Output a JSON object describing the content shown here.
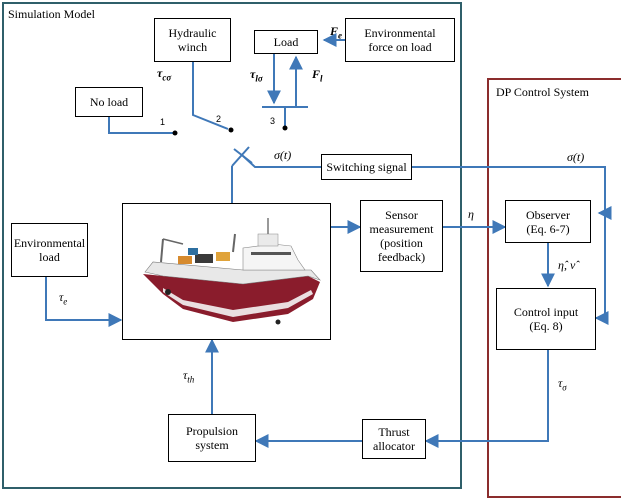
{
  "colors": {
    "sim_border": "#2f5f6a",
    "dp_border": "#8b2d2d",
    "arrow": "#3f78b8"
  },
  "simulation_model": {
    "title": "Simulation Model"
  },
  "dp_control_system": {
    "title": "DP Control System"
  },
  "blocks": {
    "hydraulic_winch": "Hydraulic\nwinch",
    "load": "Load",
    "environmental_force": "Environmental\nforce on load",
    "no_load": "No load",
    "switching_signal": "Switching signal",
    "environmental_load": "Environmental\nload",
    "sensor_measurement": "Sensor\nmeasurement\n(position\nfeedback)",
    "propulsion_system": "Propulsion\nsystem",
    "thrust_allocator": "Thrust\nallocator",
    "observer": "Observer\n(Eq. 6-7)",
    "control_input": "Control  input\n(Eq. 8)"
  },
  "labels": {
    "tau_c_sigma": "τ",
    "tau_c_sigma_sub": "cσ",
    "tau_l_sigma": "τ",
    "tau_l_sigma_sub": "lσ",
    "F_e": "F",
    "F_e_sub": "e",
    "F_l": "F",
    "F_l_sub": "l",
    "switch_1": "1",
    "switch_2": "2",
    "switch_3": "3",
    "sigma_t_left": "σ(t)",
    "sigma_t_right": "σ(t)",
    "eta": "η",
    "tau_e": "τ",
    "tau_e_sub": "e",
    "tau_th": "τ",
    "tau_th_sub": "th",
    "eta_nu_hat": "η̂, ν̂",
    "tau_sigma": "τ",
    "tau_sigma_sub": "σ"
  }
}
